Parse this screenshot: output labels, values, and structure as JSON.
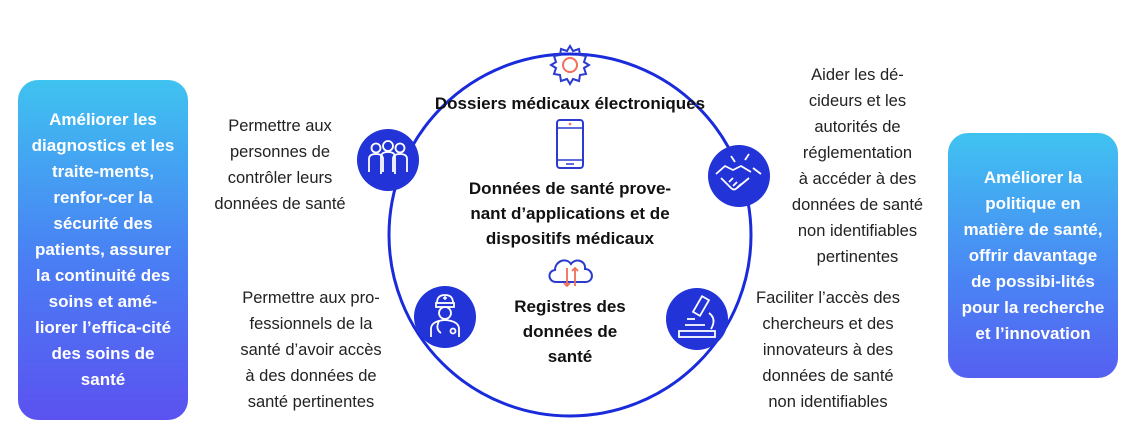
{
  "colors": {
    "circle": "#1a2bdc",
    "icon_fill": "#2233d8",
    "small_icon_blue": "#2b3bcf",
    "small_icon_red": "#ef6f5a",
    "box_gradient_top": "#3fc3f0",
    "box_gradient_bottom": "#5b52f0"
  },
  "left_box": "Améliorer les diagnostics et les traite-ments, renfor-cer la sécurité des patients, assurer la continuité des soins et amé-liorer l’effica-cité des soins de santé",
  "right_box": "Améliorer la politique en matière de santé, offrir davantage de possibi-lités pour la recherche et l’innovation",
  "side_texts": {
    "top_left": "Permettre aux\npersonnes de\ncontrôler leurs\ndonnées de santé",
    "bottom_left": "Permettre aux pro-\nfessionnels de la\nsanté d’avoir accès\nà des données de\nsanté pertinentes",
    "top_right": "Aider les dé-\ncideurs et les\nautorités de\nréglementation\nà accéder à des\ndonnées de santé\nnon identifiables\npertinentes",
    "bottom_right": "Faciliter l’accès des\nchercheurs et des\ninnovateurs à des\ndonnées de santé\nnon identifiables"
  },
  "center_items": [
    {
      "label": "Dossiers médicaux électroniques",
      "icon": "gear-icon"
    },
    {
      "label": "Données de santé prove-\nnant d’applications et de\ndispositifs médicaux",
      "icon": "smartphone-icon"
    },
    {
      "label": "Registres des\ndonnées de\nsanté",
      "icon": "cloud-sync-icon"
    }
  ],
  "circle_icons": [
    "people-group-icon",
    "handshake-icon",
    "doctor-icon",
    "microscope-icon"
  ]
}
